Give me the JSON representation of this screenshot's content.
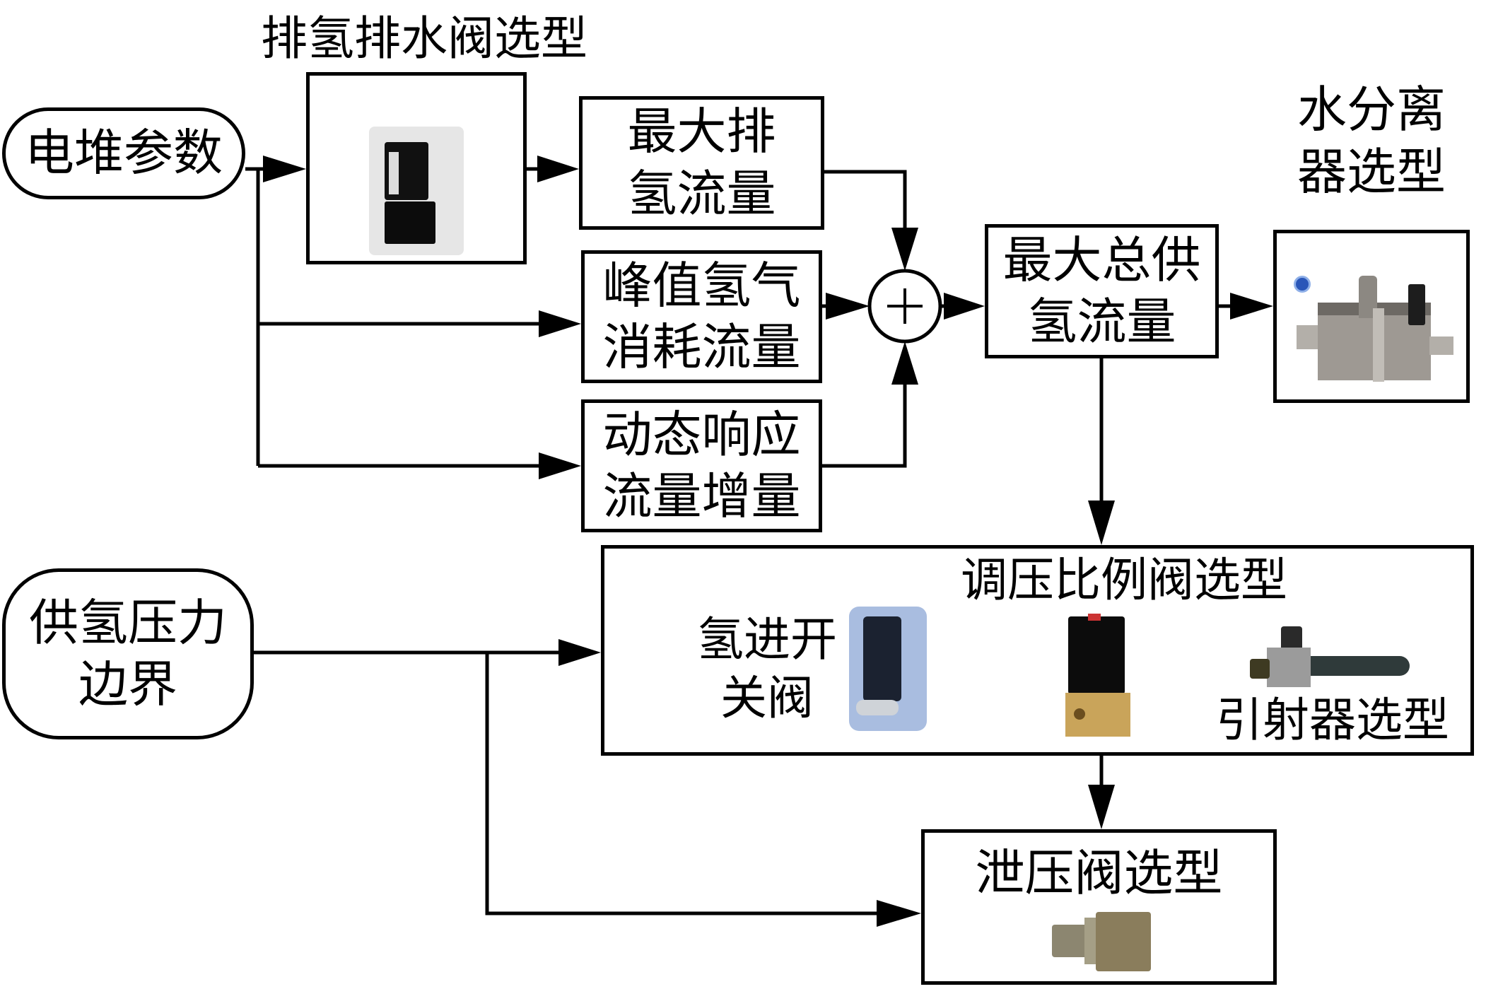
{
  "diagram": {
    "title": "氢气供给系统部件选型流程",
    "inputs": {
      "stack_params": {
        "lines": [
          "电堆参数"
        ]
      },
      "supply_pressure": {
        "lines": [
          "供氢压力",
          "边界"
        ]
      }
    },
    "purge_valve": {
      "label": "排氢排水阀选型",
      "image": "solenoid-purge-valve-photo"
    },
    "max_purge_flow": {
      "lines": [
        "最大排",
        "氢流量"
      ]
    },
    "peak_consumption": {
      "lines": [
        "峰值氢气",
        "消耗流量"
      ]
    },
    "dynamic_increment": {
      "lines": [
        "动态响应",
        "流量增量"
      ]
    },
    "sum_node": {
      "symbol": "+"
    },
    "max_total_supply": {
      "lines": [
        "最大总供",
        "氢流量"
      ]
    },
    "water_separator": {
      "lines": [
        "水分离",
        "器选型"
      ],
      "image": "water-separator-photo"
    },
    "pressure_regulation": {
      "title": "调压比例阀选型",
      "shutoff_valve": {
        "lines": [
          "氢进开",
          "关阀"
        ],
        "image": "hydrogen-shutoff-valve-photo"
      },
      "proportional_valve": {
        "image": "proportional-valve-photo"
      },
      "ejector": {
        "label": "引射器选型",
        "image": "ejector-photo"
      }
    },
    "relief_valve": {
      "label": "泄压阀选型",
      "image": "pressure-relief-valve-photo"
    }
  },
  "colors": {
    "stroke": "#000000",
    "background": "#ffffff",
    "shutoff_valve_bg": "#a9bde0",
    "brass": "#c9a45a",
    "metal_gray": "#9a9590"
  }
}
